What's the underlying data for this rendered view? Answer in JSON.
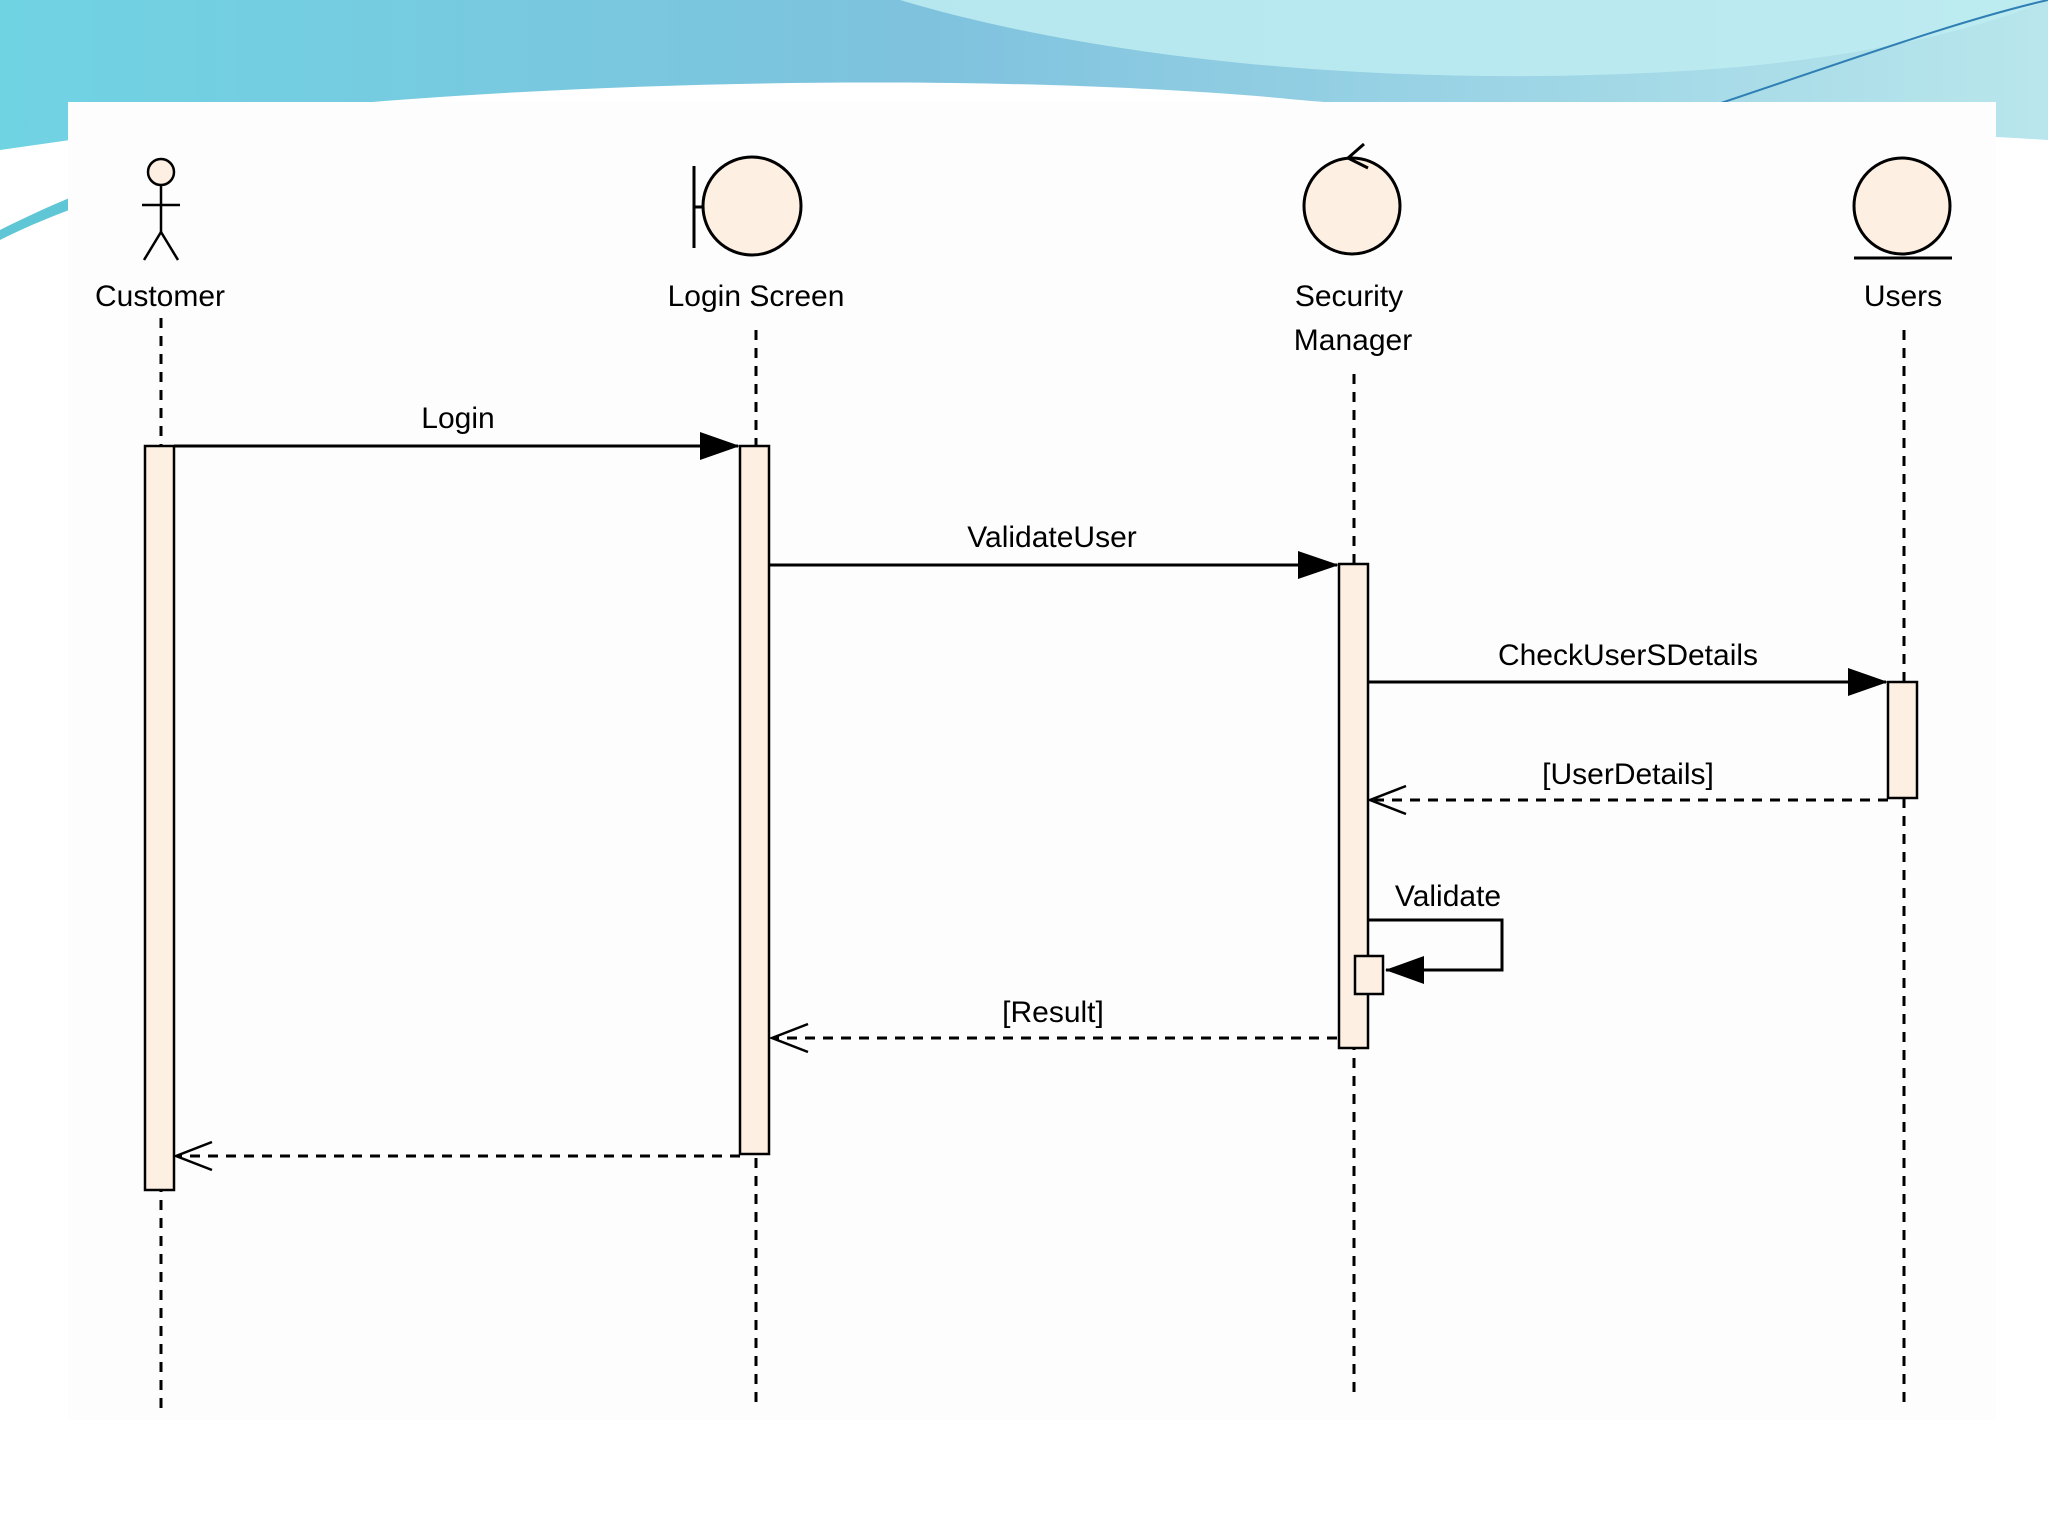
{
  "colors": {
    "activation_fill": "#FDF0E3",
    "line": "#000000",
    "header_teal": "#5EC8D8",
    "header_light": "#BFEFF5",
    "panel": "#FDFDFD"
  },
  "participants": [
    {
      "id": "customer",
      "kind": "actor",
      "label_lines": [
        "Customer"
      ]
    },
    {
      "id": "login-screen",
      "kind": "boundary",
      "label_lines": [
        "Login Screen"
      ]
    },
    {
      "id": "security-manager",
      "kind": "control",
      "label_lines": [
        "Security",
        "Manager"
      ]
    },
    {
      "id": "users",
      "kind": "entity",
      "label_lines": [
        "Users"
      ]
    }
  ],
  "messages": [
    {
      "from": "customer",
      "to": "login-screen",
      "type": "sync",
      "label": "Login"
    },
    {
      "from": "login-screen",
      "to": "security-manager",
      "type": "sync",
      "label": "ValidateUser"
    },
    {
      "from": "security-manager",
      "to": "users",
      "type": "sync",
      "label": "CheckUserSDetails"
    },
    {
      "from": "users",
      "to": "security-manager",
      "type": "return",
      "label": "[UserDetails]"
    },
    {
      "from": "security-manager",
      "to": "security-manager",
      "type": "self",
      "label": "Validate"
    },
    {
      "from": "security-manager",
      "to": "login-screen",
      "type": "return",
      "label": "[Result]"
    },
    {
      "from": "login-screen",
      "to": "customer",
      "type": "return",
      "label": ""
    }
  ]
}
